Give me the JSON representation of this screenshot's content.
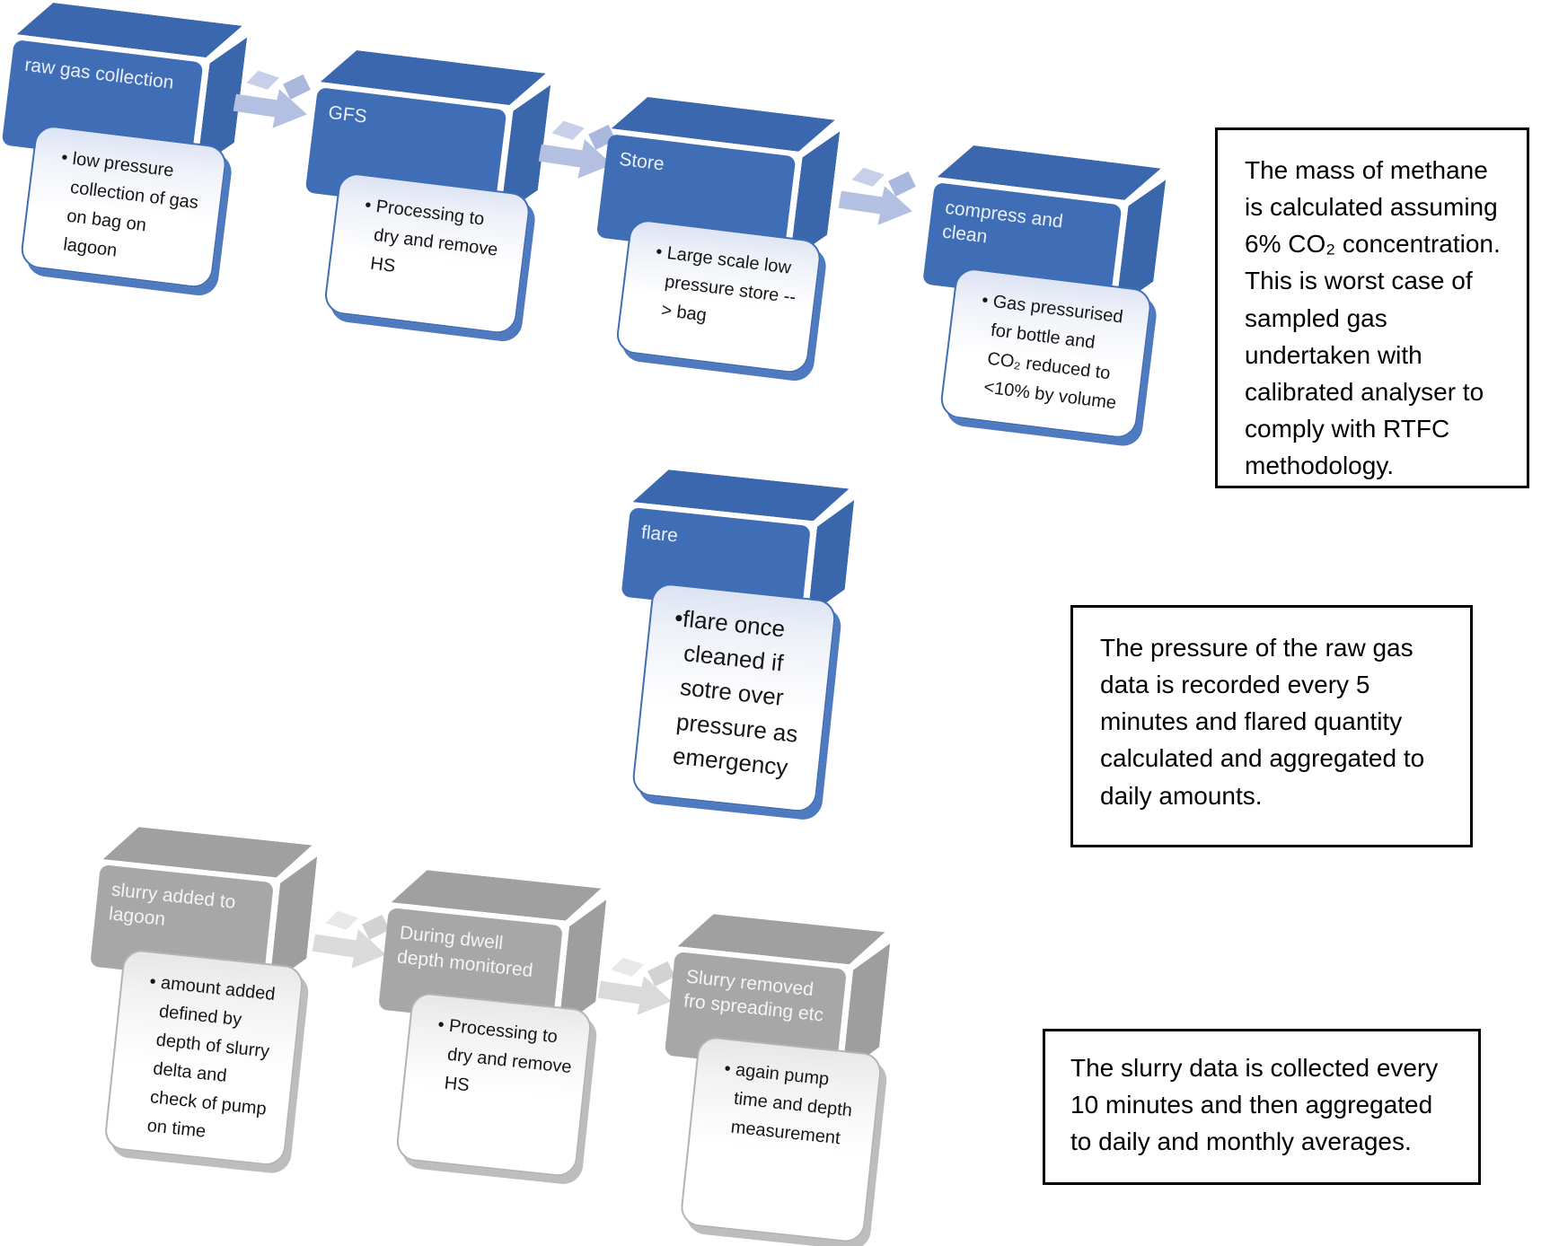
{
  "diagram": {
    "gas_flow": {
      "steps": [
        {
          "title": "raw gas collection",
          "detail": "• low pressure collection of gas on bag on lagoon"
        },
        {
          "title": "GFS",
          "detail": "• Processing to dry and remove HS"
        },
        {
          "title": "Store",
          "detail": "• Large scale low pressure store --> bag"
        },
        {
          "title": "compress and clean",
          "detail": "• Gas pressurised for bottle and CO₂ reduced to <10% by volume"
        },
        {
          "title": "flare",
          "detail": "•flare once cleaned if sotre over pressure as emergency"
        }
      ]
    },
    "slurry_flow": {
      "steps": [
        {
          "title": "slurry added to lagoon",
          "detail": "• amount added defined by depth of slurry delta and check of pump on time"
        },
        {
          "title": "During dwell depth monitored",
          "detail": "• Processing to dry and remove HS"
        },
        {
          "title": "Slurry removed fro spreading etc",
          "detail": "• again pump time and depth measurement"
        }
      ]
    },
    "notes": [
      {
        "text": "The mass of methane is calculated assuming 6% CO₂ concentration. This is worst case of sampled gas undertaken with calibrated analyser to comply with RTFC methodology."
      },
      {
        "text": "The pressure of the raw gas data is recorded every 5 minutes and flared quantity calculated and aggregated to daily amounts."
      },
      {
        "text": "The slurry data is collected every 10 minutes and then aggregated to daily and monthly averages."
      }
    ],
    "colors": {
      "process_blue": "#3f6db6",
      "process_gray": "#a7a7a7",
      "arrow_blue": "#b4c0e2",
      "arrow_gray": "#dadada",
      "note_border": "#000000"
    }
  }
}
